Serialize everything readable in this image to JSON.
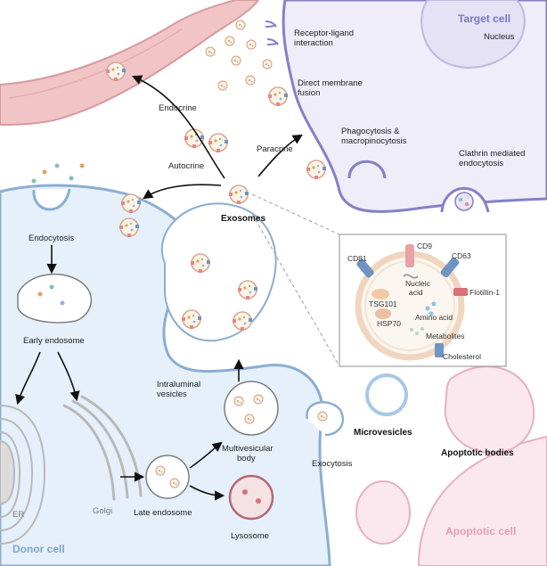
{
  "cells": {
    "target": {
      "title": "Target cell",
      "nucleus": "Nucleus"
    },
    "donor": {
      "title": "Donor cell",
      "er": "ER",
      "golgi": "Golgi"
    },
    "apoptotic": {
      "title": "Apoptotic cell"
    }
  },
  "uptake": {
    "receptor_ligand": [
      "Receptor-ligand",
      "interaction"
    ],
    "membrane_fusion": [
      "Direct membrane",
      "fusion"
    ],
    "phagocytosis": [
      "Phagocytosis &",
      "macropinocytosis"
    ],
    "clathrin": [
      "Clathrin mediated",
      "endocytosis"
    ]
  },
  "signaling": {
    "endocrine": "Endocrine",
    "paracrine": "Paracrine",
    "autocrine": "Autocrine",
    "exosomes": "Exosomes"
  },
  "pathway": {
    "endocytosis": "Endocytosis",
    "early_endosome": "Early endosome",
    "late_endosome": "Late endosome",
    "intraluminal": [
      "Intraluminal",
      "vesicles"
    ],
    "mvb": [
      "Multivesicular",
      "body"
    ],
    "lysosome": "Lysosome",
    "exocytosis": "Exocytosis"
  },
  "vesicles": {
    "microvesicles": "Microvesicles",
    "apoptotic_bodies": "Apoptotic bodies"
  },
  "composition": {
    "cd81": "CD81",
    "cd9": "CD9",
    "cd63": "CD63",
    "flotillin": "Flotillin-1",
    "tsg101": "TSG101",
    "nucleic": [
      "Nucleic",
      "acid"
    ],
    "hsp70": "HSP70",
    "amino": "Amino acid",
    "metabolites": "Metabolites",
    "cholesterol": "Cholesterol"
  },
  "colors": {
    "target_fill": "#eeedf8",
    "target_stroke": "#8580c6",
    "donor_fill": "#e6f0fa",
    "donor_stroke": "#8aaed2",
    "vessel_fill": "#f1c4c6",
    "apoptotic_fill": "#fbe7ee",
    "apoptotic_stroke": "#e7b0c2"
  }
}
